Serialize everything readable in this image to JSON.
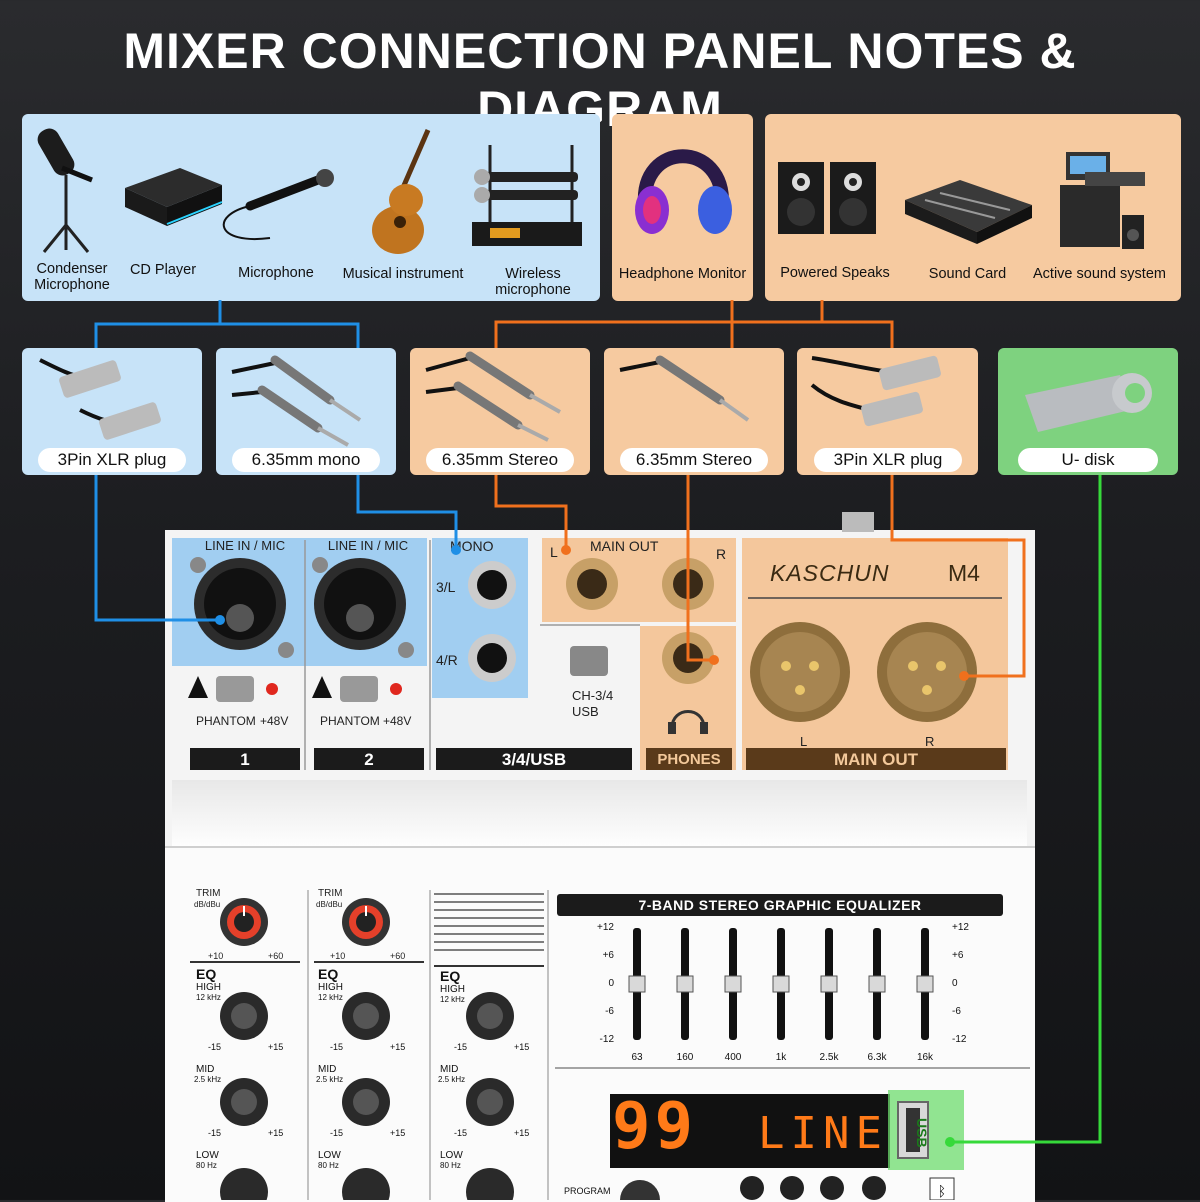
{
  "title": "MIXER CONNECTION PANEL NOTES & DIAGRAM",
  "input_devices": [
    {
      "label": "Condenser\nMicrophone",
      "icon": "condenser-microphone-icon"
    },
    {
      "label": "CD Player",
      "icon": "cd-player-icon"
    },
    {
      "label": "Microphone",
      "icon": "microphone-icon"
    },
    {
      "label": "Musical instrument",
      "icon": "guitar-icon"
    },
    {
      "label": "Wireless\nmicrophone",
      "icon": "wireless-microphone-icon"
    }
  ],
  "monitor_device": {
    "label": "Headphone Monitor",
    "icon": "headphone-icon"
  },
  "output_devices": [
    {
      "label": "Powered Speaks",
      "icon": "speaker-icon"
    },
    {
      "label": "Sound Card",
      "icon": "sound-card-icon"
    },
    {
      "label": "Active sound system",
      "icon": "sound-system-icon"
    }
  ],
  "cables": [
    {
      "label": "3Pin XLR plug",
      "icon": "xlr-cable-icon",
      "color": "blue"
    },
    {
      "label": "6.35mm mono",
      "icon": "jack-cable-icon",
      "color": "blue"
    },
    {
      "label": "6.35mm Stereo",
      "icon": "jack-cable-icon",
      "color": "orange"
    },
    {
      "label": "6.35mm Stereo",
      "icon": "jack-cable-icon",
      "color": "orange"
    },
    {
      "label": "3Pin XLR plug",
      "icon": "xlr-cable-icon",
      "color": "orange"
    },
    {
      "label": "U- disk",
      "icon": "usb-disk-icon",
      "color": "green"
    }
  ],
  "colors": {
    "blue": "#c7e3f8",
    "orange": "#f6caa0",
    "green": "#7ed27f",
    "blue_line": "#1f8fe6",
    "orange_line": "#f0701d",
    "green_line": "#36d93a"
  },
  "mixer": {
    "brand": "KASCHUN",
    "model": "M4",
    "line_in_mic_1": "LINE IN / MIC",
    "line_in_mic_2": "LINE IN / MIC",
    "mono": "MONO",
    "jack_3": "3/L",
    "jack_4": "4/R",
    "main_out_top": "MAIN OUT",
    "left": "L",
    "right": "R",
    "phantom_1": "PHANTOM",
    "phantom_2": "PHANTOM",
    "v48_1": "+48V",
    "v48_2": "+48V",
    "ch_34": "CH-3/4",
    "usb": "USB",
    "ch1": "1",
    "ch2": "2",
    "ch34usb": "3/4/USB",
    "phones": "PHONES",
    "main_out": "MAIN OUT",
    "xlr_left": "L",
    "xlr_right": "R",
    "trim_1": "TRIM",
    "trim_2": "TRIM",
    "trim_unit": "dB/dBu",
    "trim_min": "+10",
    "trim_max": "+60",
    "eq": "EQ",
    "high": "HIGH",
    "high_freq": "12 kHz",
    "mid": "MID",
    "mid_freq": "2.5 kHz",
    "low": "LOW",
    "low_freq": "80 Hz",
    "knob_min": "-15",
    "knob_max": "+15",
    "geq_title": "7-BAND STEREO GRAPHIC EQUALIZER",
    "geq_scale": [
      "+12",
      "+6",
      "0",
      "-6",
      "-12"
    ],
    "geq_bands": [
      "63",
      "160",
      "400",
      "1k",
      "2.5k",
      "6.3k",
      "16k"
    ],
    "display_number": "99",
    "display_text": "LINE",
    "program": "PROGRAM",
    "usb_port": "USB"
  }
}
